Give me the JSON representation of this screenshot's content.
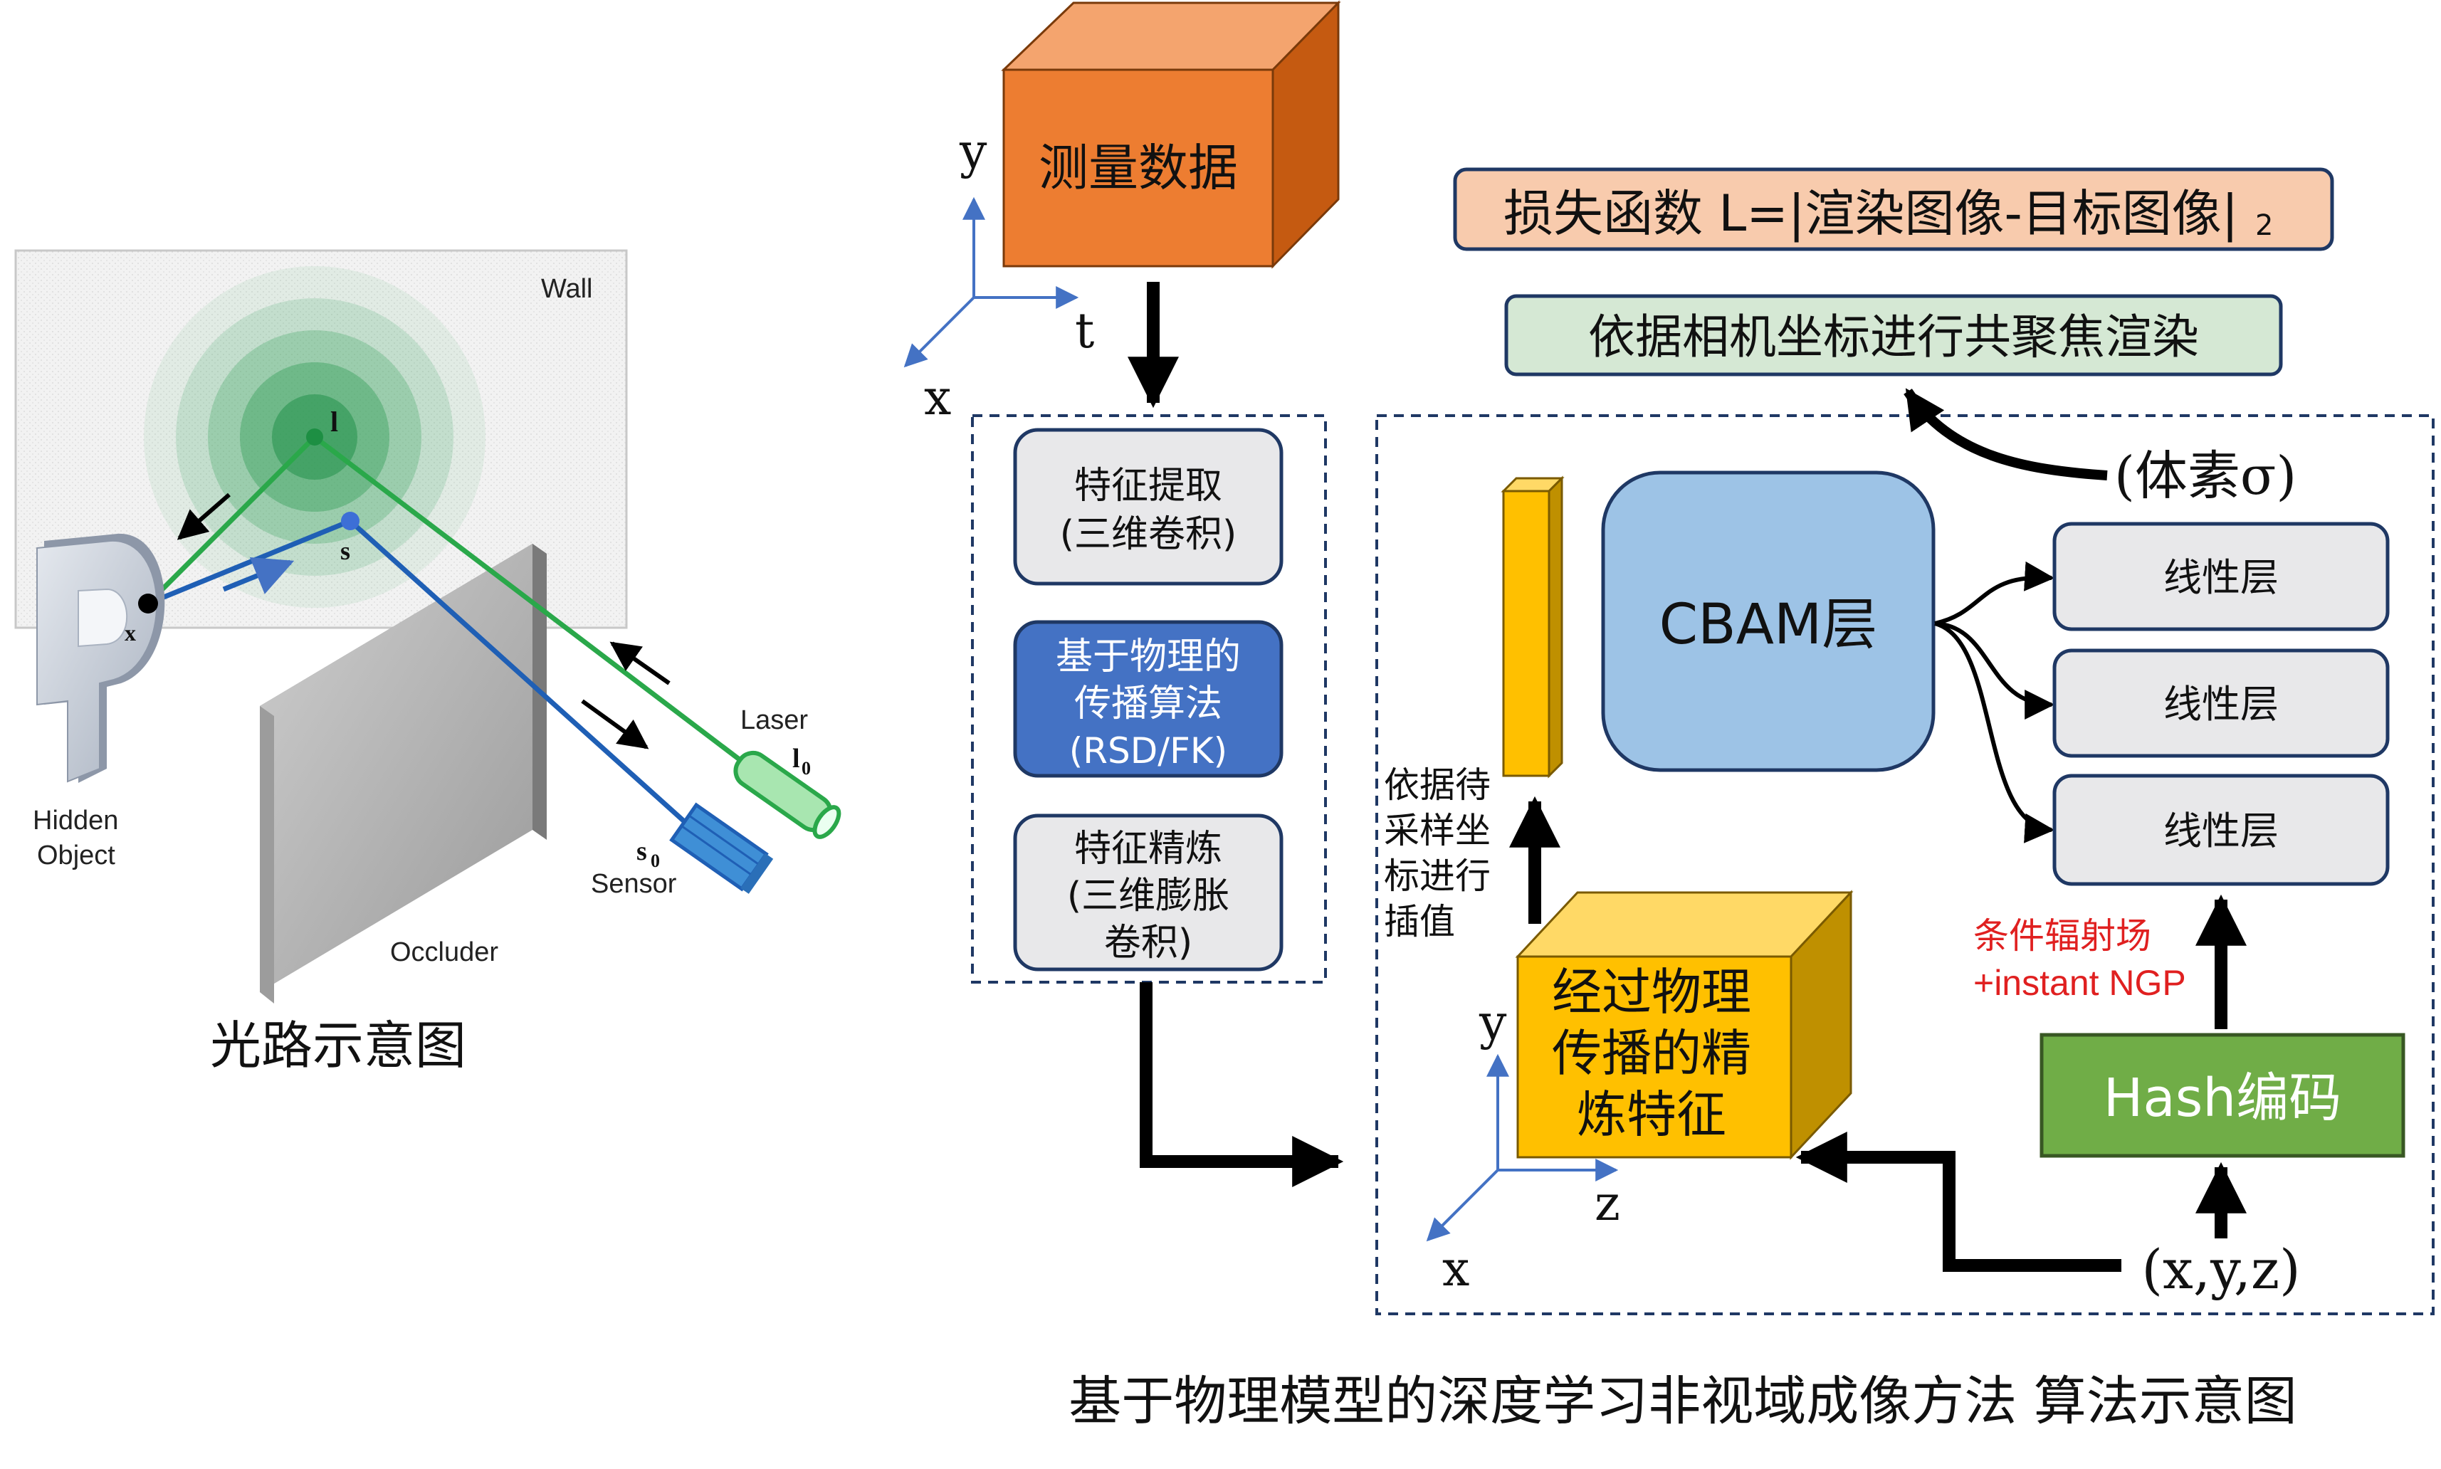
{
  "left_panel": {
    "wall_label": "Wall",
    "point_l": "l",
    "point_s": "s",
    "point_x": "x",
    "hidden_label_1": "Hidden",
    "hidden_label_2": "Object",
    "occluder_label": "Occluder",
    "laser_label": "Laser",
    "laser_sub": "l",
    "laser_sub_index": "0",
    "sensor_sub": "s",
    "sensor_sub_index": "0",
    "sensor_label": "Sensor",
    "caption": "光路示意图"
  },
  "right_panel": {
    "measured_data": "测量数据",
    "axis_y": "y",
    "axis_t": "t",
    "axis_x": "x",
    "loss": {
      "text": "损失函数 L=|渲染图像-目标图像|",
      "subscript": "2"
    },
    "render_box": "依据相机坐标进行共聚焦渲染",
    "voxel_label": "(体素σ)",
    "left_stack": {
      "feature_extract_1": "特征提取",
      "feature_extract_2": "(三维卷积)",
      "physics_1": "基于物理的",
      "physics_2": "传播算法",
      "physics_3": "(RSD/FK)",
      "refine_1": "特征精炼",
      "refine_2": "(三维膨胀",
      "refine_3": "卷积)"
    },
    "cbam_label": "CBAM层",
    "linear_layers": [
      "线性层",
      "线性层",
      "线性层"
    ],
    "interp_label": [
      "依据待",
      "采样坐",
      "标进行",
      "插值"
    ],
    "refined_features": [
      "经过物理",
      "传播的精",
      "炼特征"
    ],
    "cube_axis_y": "y",
    "cube_axis_z": "z",
    "cube_axis_x": "x",
    "ngp_label_1": "条件辐射场",
    "ngp_label_2": "+instant NGP",
    "hash_label": "Hash编码",
    "xyz_label": "(x,y,z)",
    "caption": "基于物理模型的深度学习非视域成像方法 算法示意图"
  },
  "colors": {
    "orange_front": "#ED7D31",
    "orange_top": "#F4A46E",
    "orange_side": "#C55A11",
    "blue_box": "#4472C4",
    "gray_box": "#E8E8EA",
    "cbam_fill": "#9DC3E6",
    "hash_green": "#70AD47",
    "render_green": "#D5E8D4",
    "loss_fill": "#F8CBAD",
    "yellow_front": "#FFC000",
    "yellow_side": "#BF9000",
    "red_text": "#E02020",
    "dashed": "#1F3864"
  }
}
